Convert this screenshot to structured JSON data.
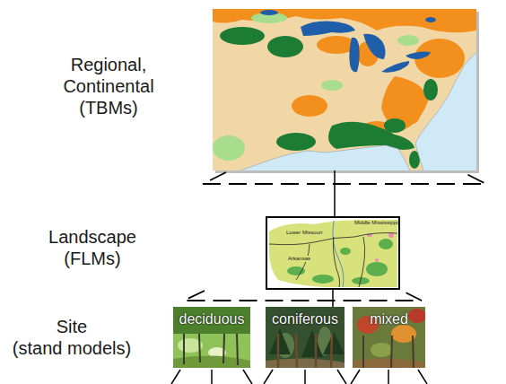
{
  "diagram": {
    "nodes": [
      {
        "text": [
          "deciduous"
        ]
      },
      {
        "text": [
          "coniferous"
        ]
      },
      {
        "text": [
          "mixed"
        ]
      }
    ],
    "labels": [
      "Regional, Continental (TBMs)",
      "Landscape (FLMs)",
      "Middle Mississippi",
      "Lower Missouri",
      "Arkansas",
      "Site (stand models)"
    ]
  }
}
